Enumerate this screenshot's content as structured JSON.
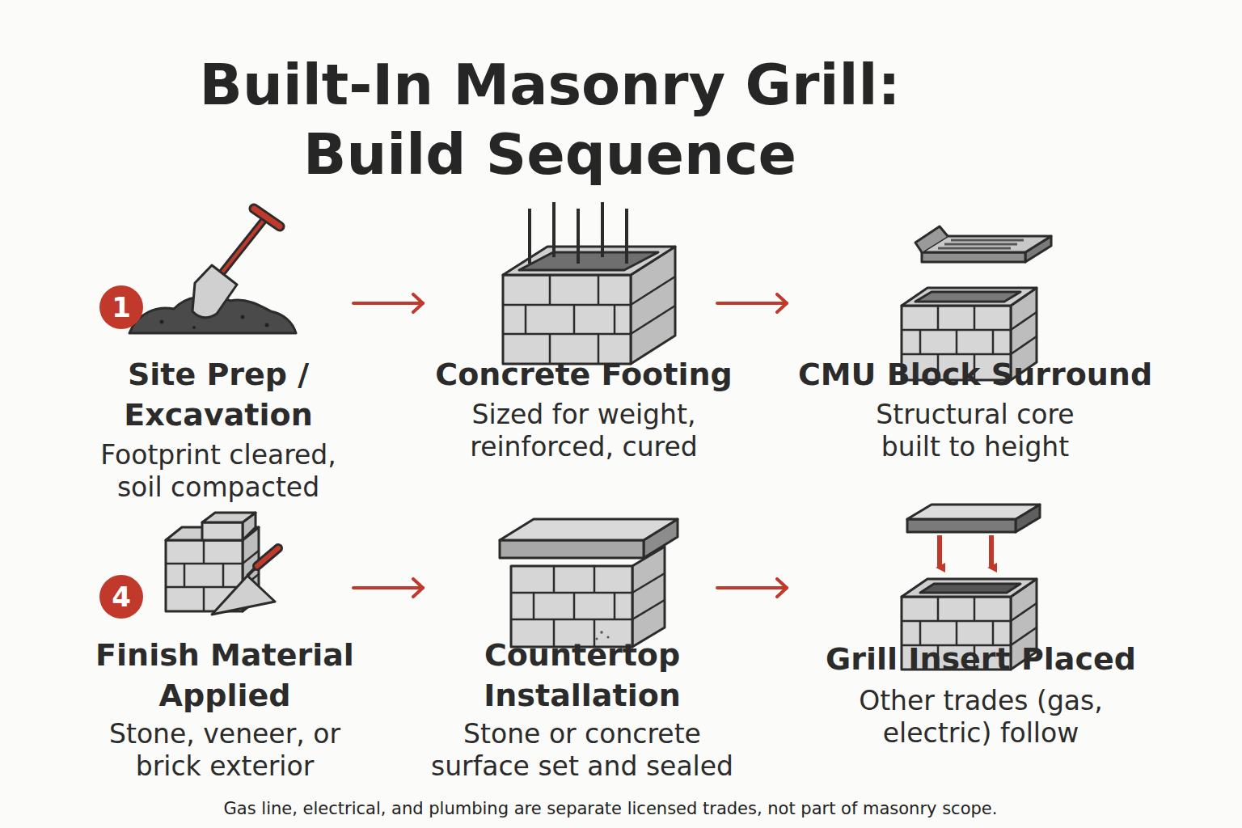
{
  "diagram": {
    "title": "Built-In Masonry Grill: Build Sequence",
    "caption": "Gas line, electrical, and plumbing are separate licensed trades, not part of masonry scope.",
    "nodes": [
      {
        "text": [
          "Site Prep / Excavation",
          "Footprint cleared, soil compacted"
        ]
      },
      {
        "text": [
          "1"
        ],
        "in": 0
      },
      {
        "text": [
          "Concrete Footing",
          "Sized for weight, reinforced, cured"
        ]
      },
      {
        "text": [
          "CMU Block Surround",
          "Structural core built to height"
        ]
      },
      {
        "text": [
          "Finish Material Applied",
          "Stone, veneer, or brick exterior"
        ]
      },
      {
        "text": [
          "4"
        ],
        "in": 4
      },
      {
        "text": [
          "Countertop Installation",
          "Stone or concrete surface set and sealed"
        ]
      },
      {
        "text": [
          "Grill Insert Placed",
          "Other trades (gas, electric) follow"
        ]
      }
    ],
    "edges": [
      {
        "from": 0,
        "to": 2,
        "arrow": "to"
      },
      {
        "from": 2,
        "to": 3,
        "arrow": "to"
      },
      {
        "from": 4,
        "to": 6,
        "arrow": "to"
      },
      {
        "from": 6,
        "to": 7,
        "arrow": "to"
      }
    ]
  }
}
